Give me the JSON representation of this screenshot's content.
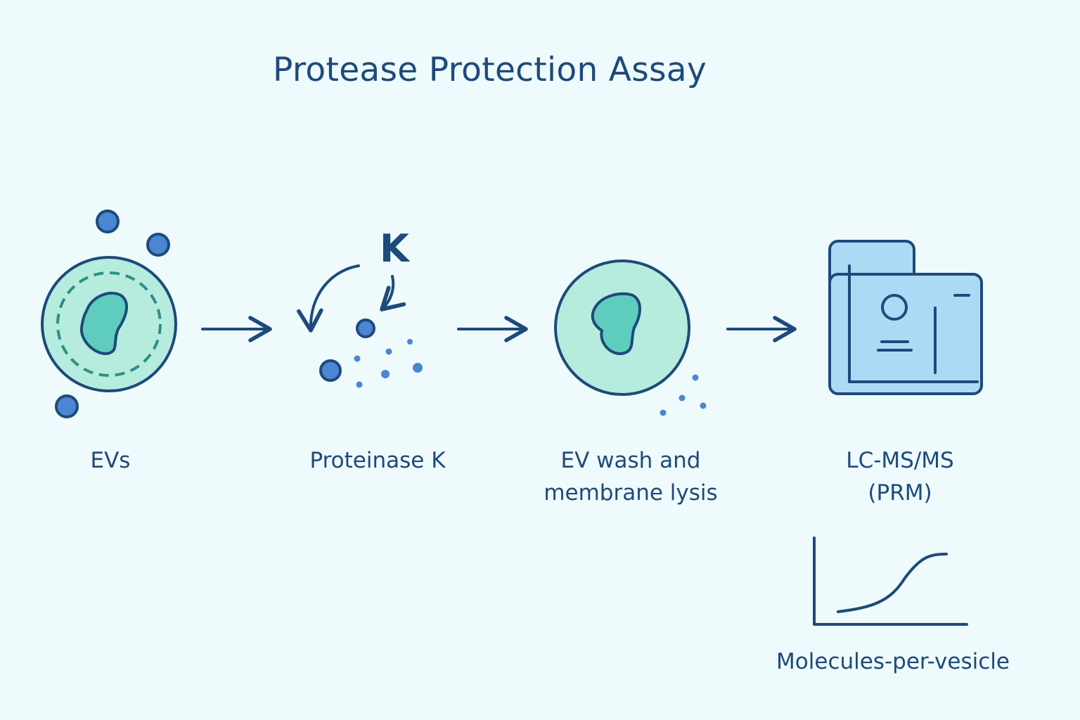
{
  "title": "Protease Protection Assay",
  "steps": [
    {
      "label_lines": [
        "EVs"
      ]
    },
    {
      "label_lines": [
        "Proteinase K"
      ],
      "marker": "K"
    },
    {
      "label_lines": [
        "EV wash and",
        "membrane lysis"
      ]
    },
    {
      "label_lines": [
        "LC-MS/MS",
        "(PRM)"
      ]
    }
  ],
  "output": {
    "label": "Molecules-per-vesicle"
  },
  "icons": {
    "vesicle": "ev-vesicle-icon",
    "enzyme": "proteinase-k-icon",
    "lysed": "lysed-vesicle-icon",
    "instrument": "mass-spectrometer-icon",
    "curve": "sigmoid-curve-icon",
    "arrow": "arrow-right-icon"
  },
  "colors": {
    "stroke": "#1d4a7a",
    "vesicle_fill": "#b6ecde",
    "cargo_fill": "#5fcdbd",
    "particle_fill": "#4a86d3",
    "instrument_fill": "#acdaf5",
    "background": "#eefafb"
  }
}
